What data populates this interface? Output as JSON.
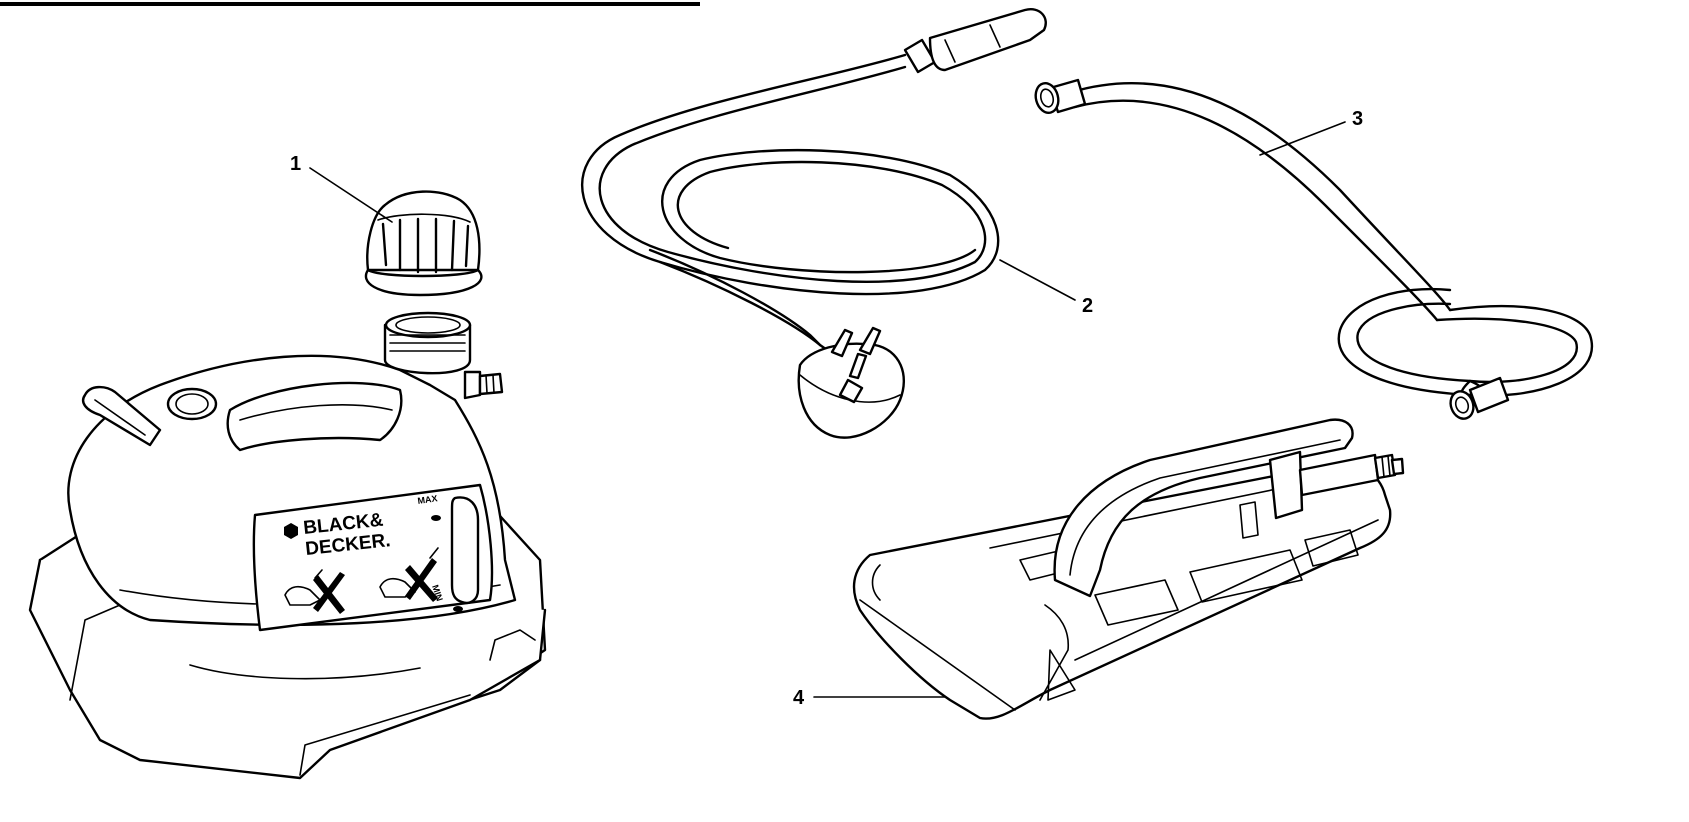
{
  "diagram": {
    "brand_logo": {
      "line1": "BLACK&",
      "line2": "DECKER."
    },
    "gauge": {
      "max_label": "MAX",
      "min_label": "MIN"
    },
    "callouts": [
      {
        "label": "1",
        "part": "filler-cap"
      },
      {
        "label": "2",
        "part": "power-cord"
      },
      {
        "label": "3",
        "part": "steam-hose"
      },
      {
        "label": "4",
        "part": "steam-plate"
      }
    ],
    "colors": {
      "line": "#000000",
      "background": "#ffffff"
    }
  }
}
